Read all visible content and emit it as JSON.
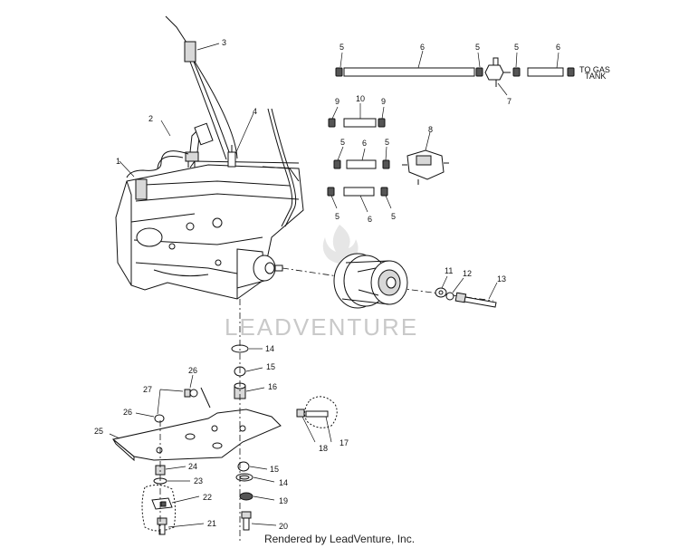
{
  "diagram": {
    "tank_label_line1": "TO GAS",
    "tank_label_line2": "TANK",
    "callouts": {
      "c1": "1",
      "c2": "2",
      "c3": "3",
      "c4": "4",
      "c5a": "5",
      "c6a": "6",
      "c5b": "5",
      "c5c": "5",
      "c6b": "6",
      "c7": "7",
      "c8": "8",
      "c9a": "9",
      "c10": "10",
      "c9b": "9",
      "c5d": "5",
      "c6c": "6",
      "c5e": "5",
      "c5f": "5",
      "c6d": "6",
      "c5g": "5",
      "c11": "11",
      "c12": "12",
      "c13": "13",
      "c14a": "14",
      "c15a": "15",
      "c16": "16",
      "c17": "17",
      "c18": "18",
      "c26a": "26",
      "c27": "27",
      "c26b": "26",
      "c25": "25",
      "c24": "24",
      "c23": "23",
      "c22": "22",
      "c21": "21",
      "c15b": "15",
      "c14b": "14",
      "c19": "19",
      "c20": "20"
    }
  },
  "watermark": {
    "text": "LEADVENTURE"
  },
  "footer": {
    "credit": "Rendered by LeadVenture, Inc."
  }
}
